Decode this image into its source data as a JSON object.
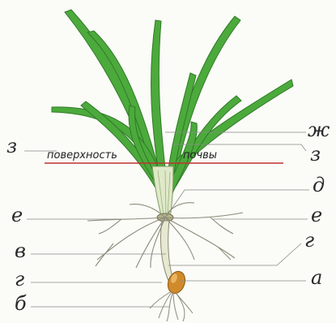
{
  "diagram": {
    "surface_label": {
      "word1": "поверхность",
      "word2": "почвы"
    },
    "labels": {
      "z_left": "з",
      "zh_right": "ж",
      "z_right": "з",
      "d_right": "д",
      "e_left": "е",
      "e_right": "е",
      "v_left": "в",
      "g_right": "г",
      "g_left": "г",
      "a_right": "а",
      "b_left": "б"
    },
    "colors": {
      "leaf": "#4caa3c",
      "leaf_dark": "#2e7a26",
      "soil_line": "#c0322f",
      "leader": "#8a8a8a",
      "root": "#8c8c7c",
      "seed": "#d08a2a"
    }
  }
}
